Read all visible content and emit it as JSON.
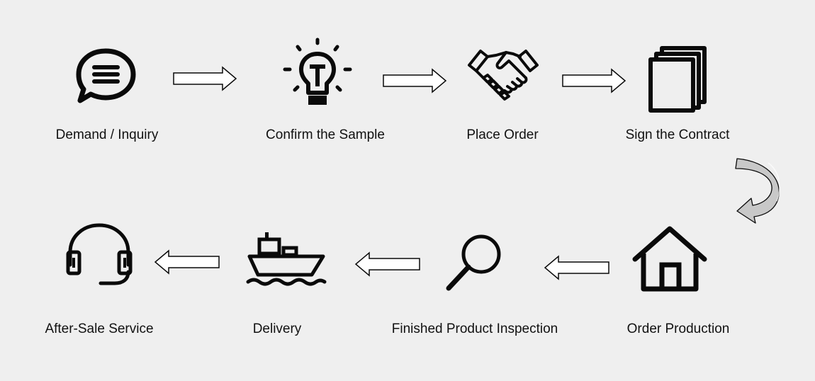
{
  "colors": {
    "background": "#efefef",
    "stroke": "#0a0a0a",
    "connector_fill": "#c8c8c8"
  },
  "steps": [
    {
      "label": "Demand / Inquiry",
      "icon": "chat-bubble-icon"
    },
    {
      "label": "Confirm the Sample",
      "icon": "lightbulb-icon"
    },
    {
      "label": "Place Order",
      "icon": "handshake-icon"
    },
    {
      "label": "Sign the Contract",
      "icon": "documents-icon"
    },
    {
      "label": "Order Production",
      "icon": "house-icon"
    },
    {
      "label": "Finished Product Inspection",
      "icon": "magnifier-icon"
    },
    {
      "label": "Delivery",
      "icon": "ship-icon"
    },
    {
      "label": "After-Sale Service",
      "icon": "headset-icon"
    }
  ]
}
